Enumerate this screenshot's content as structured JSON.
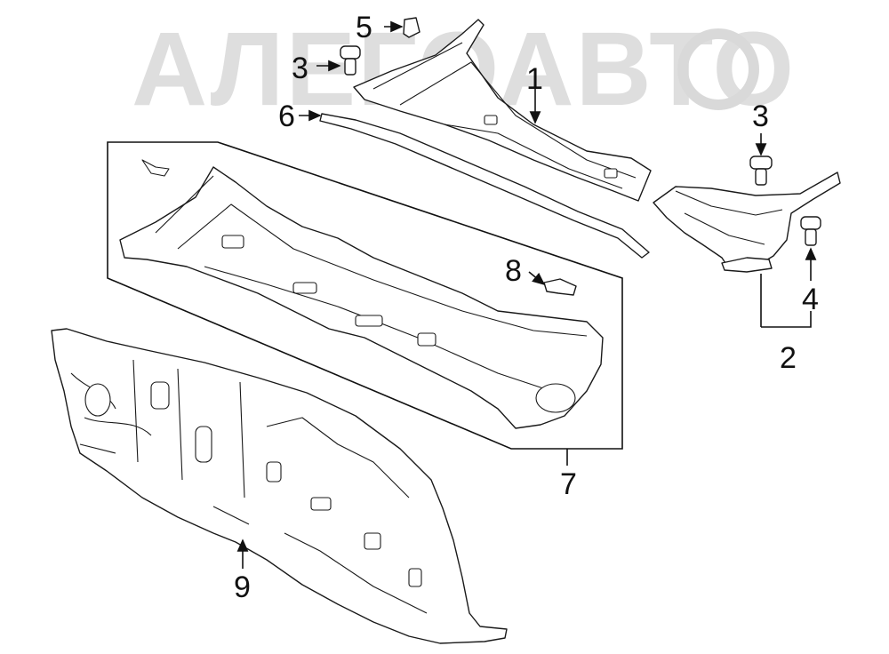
{
  "watermark": "АЛЕГОАВТО",
  "callouts": {
    "c1": "1",
    "c2": "2",
    "c3a": "3",
    "c3b": "3",
    "c4": "4",
    "c5": "5",
    "c6": "6",
    "c7": "7",
    "c8": "8",
    "c9": "9"
  },
  "colors": {
    "line": "#1a1a1a",
    "watermark": "#d9d9d9",
    "background": "#ffffff"
  }
}
